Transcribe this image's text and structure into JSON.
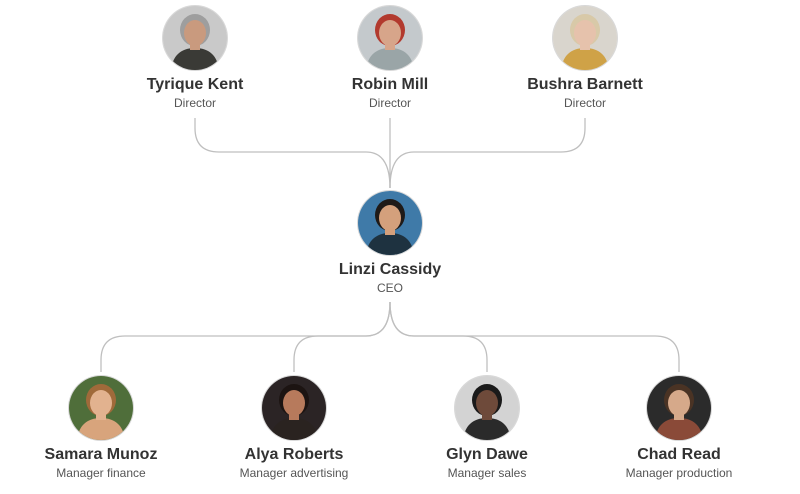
{
  "org": {
    "directors": [
      {
        "name": "Tyrique Kent",
        "title": "Director",
        "avatar": {
          "skin": "#c99a7e",
          "hair": "#9e9e9e",
          "shirt": "#3a3a36",
          "bg": "#c9c9c9",
          "icon": "person-glasses-icon"
        }
      },
      {
        "name": "Robin Mill",
        "title": "Director",
        "avatar": {
          "skin": "#d7a58a",
          "hair": "#b23a2e",
          "shirt": "#9aa5a7",
          "bg": "#c4c9cc",
          "icon": "person-red-cap-icon"
        }
      },
      {
        "name": "Bushra Barnett",
        "title": "Director",
        "avatar": {
          "skin": "#e6c2ac",
          "hair": "#d8c9a8",
          "shirt": "#cfa247",
          "bg": "#d9d5cd",
          "icon": "person-blonde-icon"
        }
      }
    ],
    "ceo": {
      "name": "Linzi Cassidy",
      "title": "CEO",
      "avatar": {
        "skin": "#d4a07c",
        "hair": "#1f1a18",
        "shirt": "#1e3240",
        "bg": "#3f7aa8",
        "icon": "person-dark-hair-icon"
      }
    },
    "managers": [
      {
        "name": "Samara Munoz",
        "title": "Manager finance",
        "avatar": {
          "skin": "#e2b28f",
          "hair": "#a06a3a",
          "shirt": "#d8a47c",
          "bg": "#4f6e3a",
          "icon": "person-curly-hair-icon"
        }
      },
      {
        "name": "Alya Roberts",
        "title": "Manager advertising",
        "avatar": {
          "skin": "#b77a5c",
          "hair": "#1c1412",
          "shirt": "#2a2320",
          "bg": "#2b2425",
          "icon": "person-long-hair-icon"
        }
      },
      {
        "name": "Glyn Dawe",
        "title": "Manager sales",
        "avatar": {
          "skin": "#6e4a3a",
          "hair": "#1a1a1a",
          "shirt": "#2a2a2a",
          "bg": "#d3d3d3",
          "icon": "person-black-hat-icon"
        }
      },
      {
        "name": "Chad Read",
        "title": "Manager production",
        "avatar": {
          "skin": "#d6a98a",
          "hair": "#4a3324",
          "shirt": "#8a4a38",
          "bg": "#2b2b2b",
          "icon": "person-sunglasses-icon"
        }
      }
    ],
    "connector_color": "#bfbfbf"
  }
}
